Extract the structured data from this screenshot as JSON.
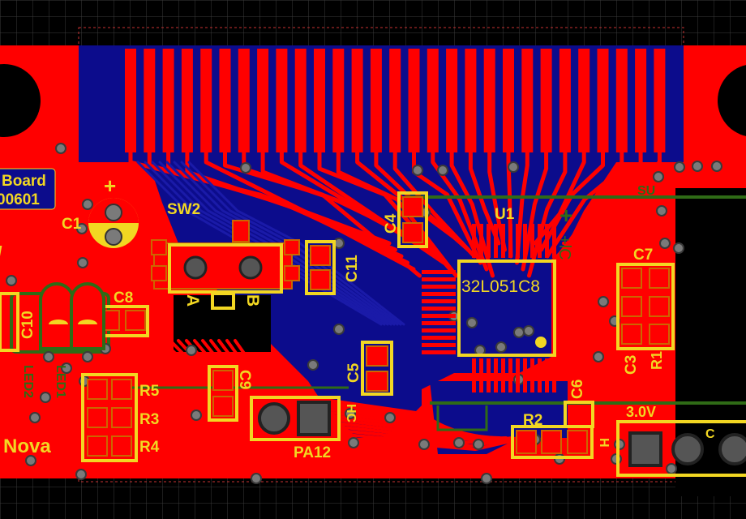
{
  "view": {
    "grid_color": "#3a3a3a",
    "background": "#000000",
    "top_copper": "#ff0000",
    "bottom_copper": "#0c0c8c",
    "silkscreen": "#f2d722",
    "keepout": "#2f6b16",
    "outline": "#c83232"
  },
  "board": {
    "title_line1": "Board",
    "title_line2": "00601",
    "name": "Nova",
    "left_edge_label": "/"
  },
  "components": {
    "c1": "C1",
    "c1_polarity": "+",
    "sw2": "SW2",
    "sw2_pin_a": "A",
    "sw2_pin_b": "B",
    "c8": "C8",
    "c10": "C10",
    "c11": "C11",
    "c4": "C4",
    "u1": "U1",
    "u1_part": "32L051C8",
    "c7": "C7",
    "c3": "C3",
    "r1": "R1",
    "c5": "C5",
    "c9": "C9",
    "c6": "C6",
    "r2": "R2",
    "r3": "R3",
    "r4": "R4",
    "r5": "R5",
    "pa12": "PA12",
    "h_label": "H",
    "hc_label": "HC",
    "led_label": "LED1",
    "led2_label": "LED2",
    "v30": "3.0V",
    "conn_c": "C",
    "plus_sign": "+",
    "keepout_tag": "SU",
    "rot_mark": "+lC"
  }
}
